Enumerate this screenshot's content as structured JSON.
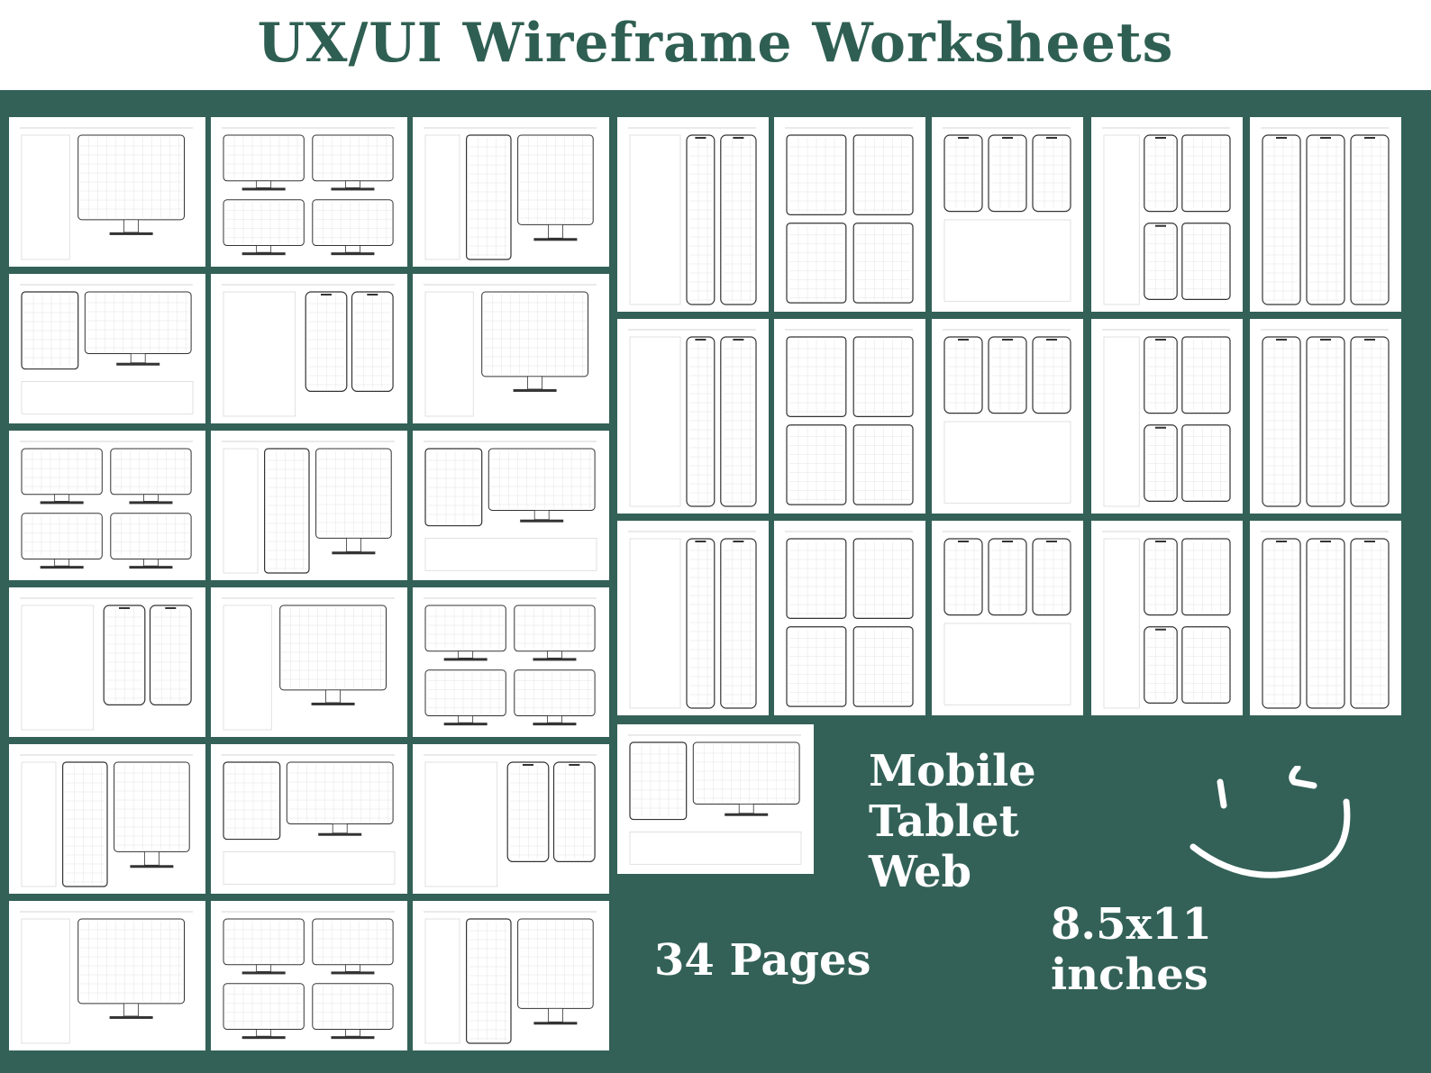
{
  "title": "UX/UI Wireframe Worksheets",
  "features": [
    "Mobile",
    "Tablet",
    "Web"
  ],
  "page_count": "34 Pages",
  "size_line1": "8.5x11",
  "size_line2": "inches",
  "colors": {
    "brand_green": "#336157",
    "title_green": "#2f5f52",
    "sheet": "#ffffff"
  },
  "icon": "smiley-icon"
}
